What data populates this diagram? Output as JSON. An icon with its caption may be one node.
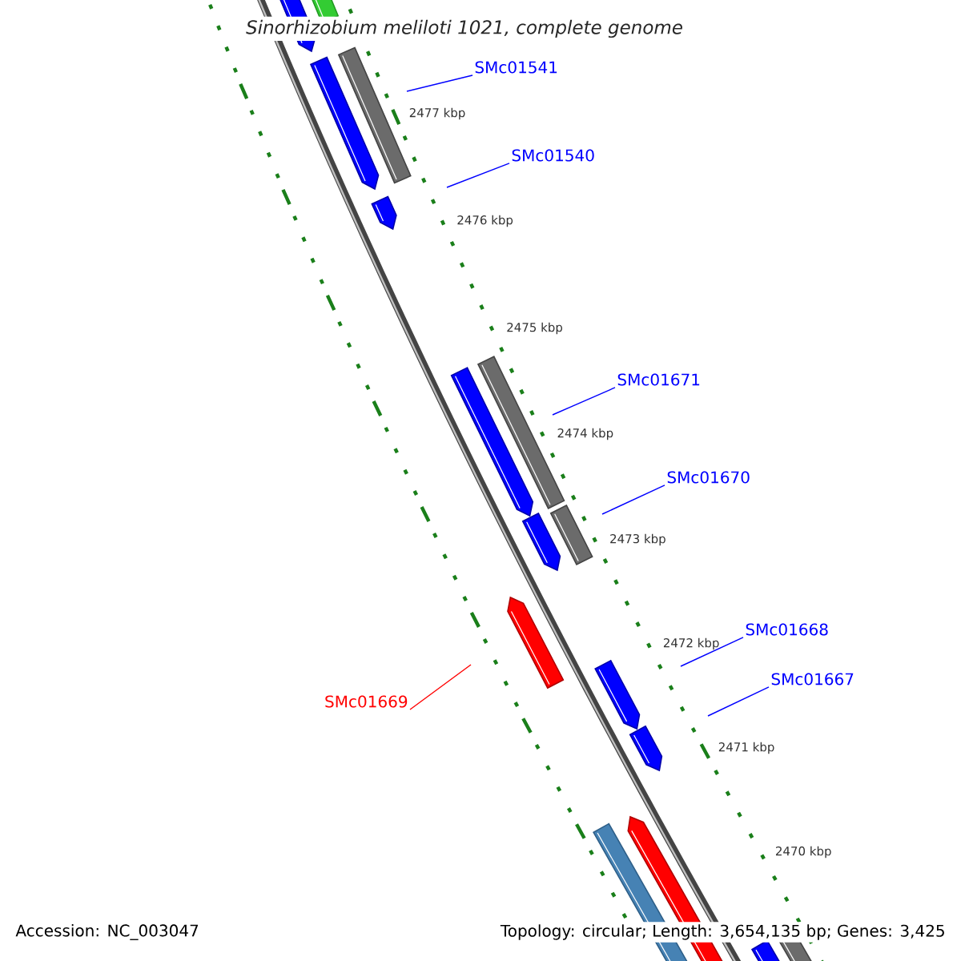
{
  "diagram": {
    "title": "Sinorhizobium meliloti 1021, complete genome",
    "nodes": [
      {
        "text": [
          "SMc01541"
        ]
      },
      {
        "text": [
          "SMc01540"
        ]
      },
      {
        "text": [
          "SMc01671"
        ]
      },
      {
        "text": [
          "SMc01670"
        ]
      },
      {
        "text": [
          "SMc01668"
        ]
      },
      {
        "text": [
          "SMc01667"
        ]
      },
      {
        "text": [
          "SMc01669"
        ]
      }
    ],
    "edges": [
      {
        "from": 0,
        "to": null,
        "arrow": "none"
      },
      {
        "from": 1,
        "to": null,
        "arrow": "none"
      },
      {
        "from": 2,
        "to": null,
        "arrow": "none"
      },
      {
        "from": 3,
        "to": null,
        "arrow": "none"
      },
      {
        "from": 4,
        "to": null,
        "arrow": "none"
      },
      {
        "from": 5,
        "to": null,
        "arrow": "none"
      },
      {
        "from": 6,
        "to": null,
        "arrow": "none",
        "color": "#ff0000"
      }
    ],
    "labels": [
      "2477 kbp",
      "2476 kbp",
      "2475 kbp",
      "2474 kbp",
      "2473 kbp",
      "2472 kbp",
      "2471 kbp",
      "2470 kbp",
      "Accession: NC_003047",
      "Topology: circular; Length: 3,654,135 bp; Genes: 3,425"
    ]
  }
}
